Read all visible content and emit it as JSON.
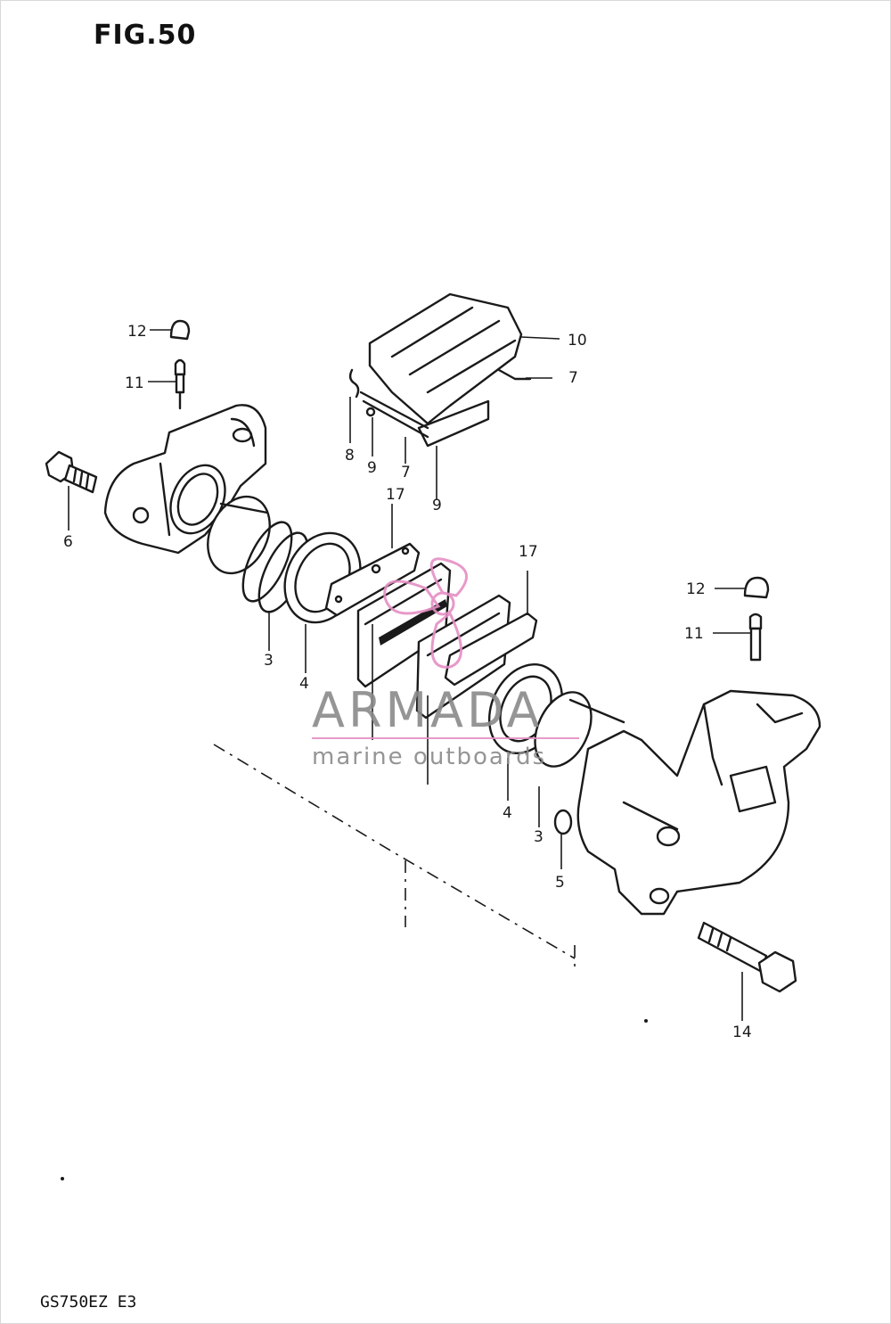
{
  "figure": {
    "title": "FIG.50",
    "model_code": "GS750EZ E3"
  },
  "callouts": [
    {
      "id": "c12a",
      "label": "12"
    },
    {
      "id": "c11a",
      "label": "11"
    },
    {
      "id": "c6",
      "label": "6"
    },
    {
      "id": "c10",
      "label": "10"
    },
    {
      "id": "c7a",
      "label": "7"
    },
    {
      "id": "c8",
      "label": "8"
    },
    {
      "id": "c9a",
      "label": "9"
    },
    {
      "id": "c7b",
      "label": "7"
    },
    {
      "id": "c9b",
      "label": "9"
    },
    {
      "id": "c17a",
      "label": "17"
    },
    {
      "id": "c17b",
      "label": "17"
    },
    {
      "id": "c3a",
      "label": "3"
    },
    {
      "id": "c4a",
      "label": "4"
    },
    {
      "id": "c12b",
      "label": "12"
    },
    {
      "id": "c11b",
      "label": "11"
    },
    {
      "id": "c4b",
      "label": "4"
    },
    {
      "id": "c3b",
      "label": "3"
    },
    {
      "id": "c5",
      "label": "5"
    },
    {
      "id": "c14",
      "label": "14"
    }
  ],
  "watermark": {
    "brand": "ARMADA",
    "tagline": "marine outboards",
    "color": "#e58fc4",
    "icon": "propeller-icon"
  }
}
